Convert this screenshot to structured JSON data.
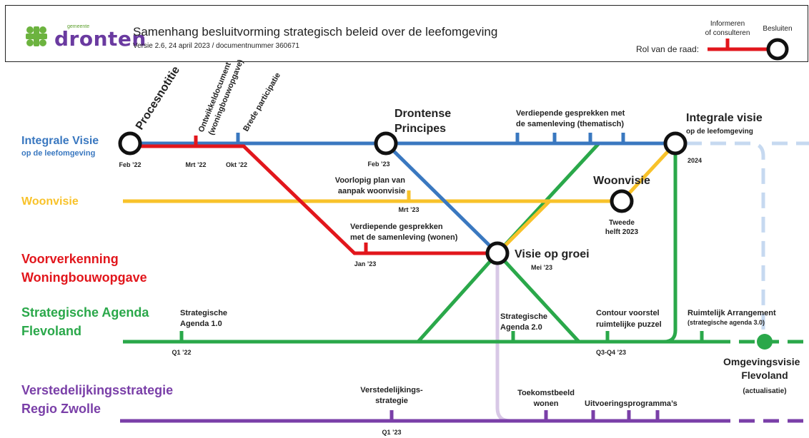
{
  "header": {
    "logo_small": "gemeente",
    "logo_name": "dronten",
    "title": "Samenhang besluitvorming strategisch beleid over de leefomgeving",
    "subtitle": "Versie 2.6, 24 april 2023 / documentnummer 360671"
  },
  "legend": {
    "inform": [
      "Informeren",
      "of consulteren"
    ],
    "decide": "Besluiten",
    "role": "Rol van de raad:"
  },
  "lines": {
    "integrale": [
      "Integrale Visie",
      "op de leefomgeving"
    ],
    "woonvisie": "Woonvisie",
    "voorverkenning": [
      "Voorverkenning",
      "Woningbouwopgave"
    ],
    "strategische": [
      "Strategische Agenda",
      "Flevoland"
    ],
    "verstedelijking": [
      "Verstedelijkingsstrategie",
      "Regio Zwolle"
    ]
  },
  "stations": {
    "procesnotitie": "Procesnotitie",
    "ontwikkeldocument": [
      "Ontwikkeldocument",
      "(woningbouwopgave)"
    ],
    "brede": "Brede participatie",
    "principes": [
      "Drontense",
      "Principes"
    ],
    "verdiepende_thema": [
      "Verdiepende gesprekken met",
      "de samenleving (thematisch)"
    ],
    "integrale_visie": [
      "Integrale visie",
      "op de leefomgeving"
    ],
    "voorlopig": [
      "Voorlopig plan van",
      "aanpak woonvisie"
    ],
    "woonvisie_station": "Woonvisie",
    "tweede": [
      "Tweede",
      "helft 2023"
    ],
    "verdiepende_wonen": [
      "Verdiepende  gesprekken",
      "met de samenleving (wonen)"
    ],
    "visie_groei": "Visie op groei",
    "strat_agenda1": [
      "Strategische",
      "Agenda 1.0"
    ],
    "strat_agenda2": [
      "Strategische",
      "Agenda 2.0"
    ],
    "contour": [
      "Contour voorstel",
      "ruimtelijke puzzel"
    ],
    "ruimtelijk": [
      "Ruimtelijk Arrangement",
      "(strategische agenda 3.0)"
    ],
    "omgevingsvisie": [
      "Omgevingsvisie",
      "Flevoland"
    ],
    "actualisatie": "(actualisatie)",
    "verstedelijkings_station": [
      "Verstedelijkings-",
      "strategie"
    ],
    "toekomstbeeld": [
      "Toekomstbeeld",
      "wonen"
    ],
    "uitvoering": "Uitvoeringsprogramma’s"
  },
  "dates": {
    "feb22": "Feb ’22",
    "mrt22": "Mrt ’22",
    "okt22": "Okt ’22",
    "feb23": "Feb ’23",
    "y2024": "2024",
    "mrt23": "Mrt ’23",
    "jan23": "Jan ’23",
    "mei23": "Mei ’23",
    "q1_22": "Q1 ’22",
    "q3q4_23": "Q3-Q4 ’23",
    "q1_23": "Q1 ’23"
  },
  "colors": {
    "blue": "#3a78c0",
    "red": "#e2161c",
    "yellow": "#f8c22a",
    "green": "#2aa84a",
    "purple": "#7a3fa8",
    "light_blue": "#c6d9f0",
    "lavender": "#d8c8e6"
  }
}
